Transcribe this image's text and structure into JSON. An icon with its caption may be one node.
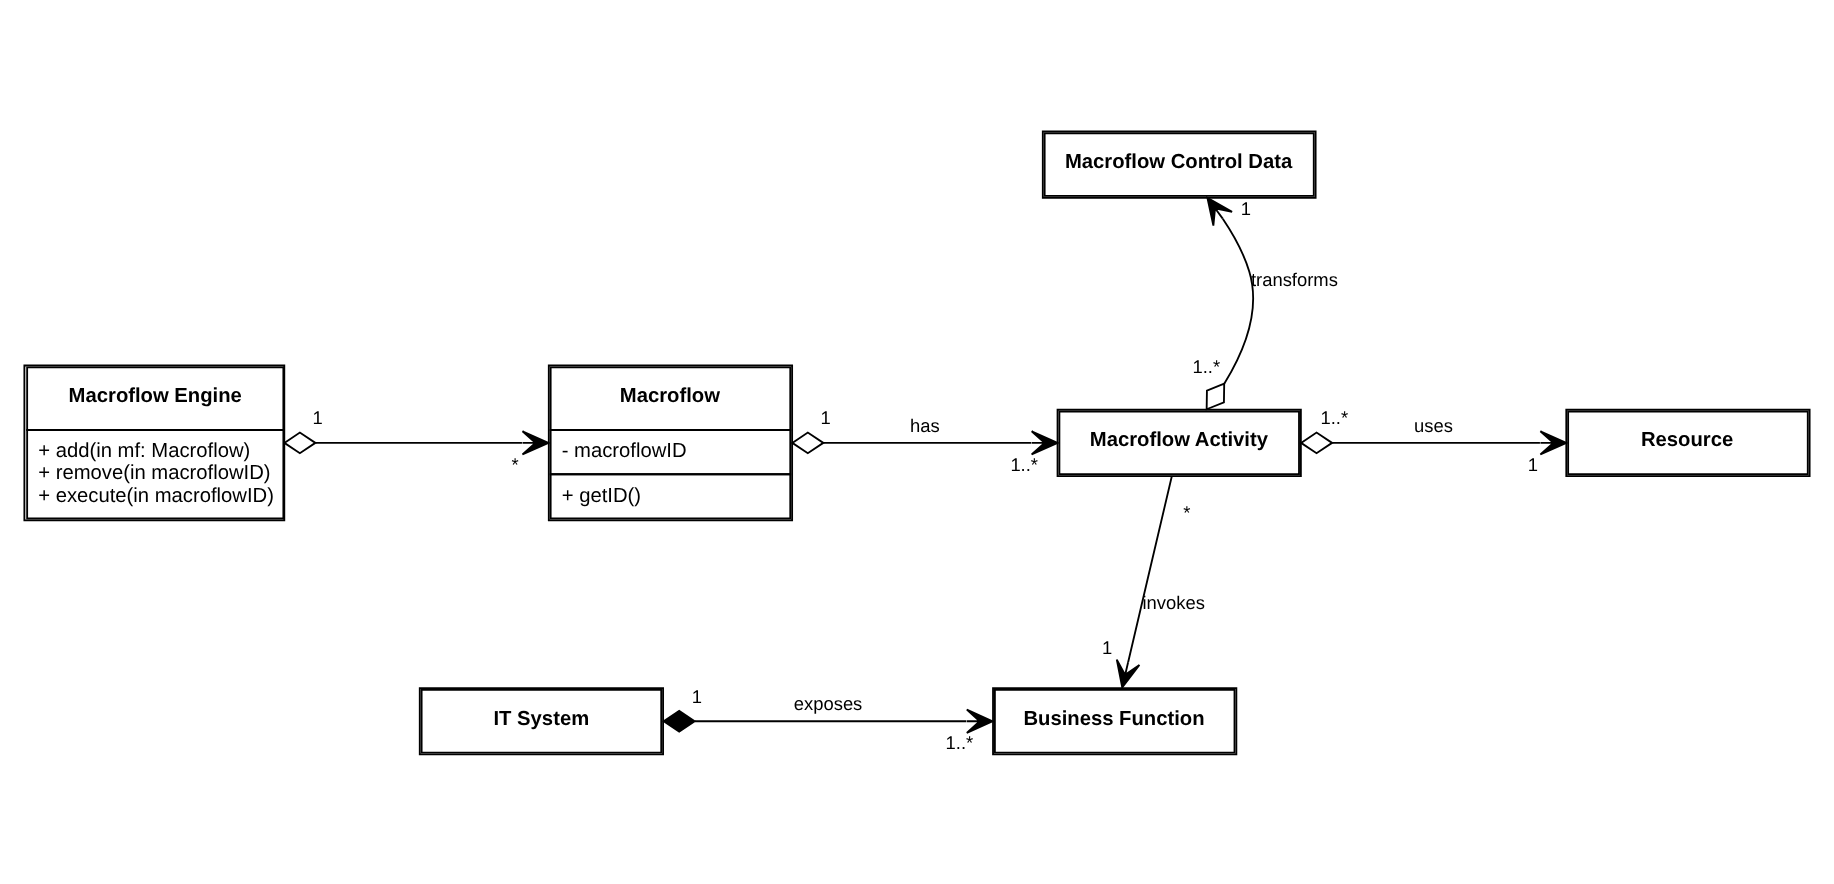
{
  "diagram": {
    "nodes": [
      {
        "text": [
          "Macroflow Engine",
          "+ add(in mf: Macroflow)",
          "+ remove(in macroflowID)",
          "+ execute(in macroflowID)"
        ]
      },
      {
        "text": [
          "Macroflow",
          "- macroflowID",
          "+ getID()"
        ]
      },
      {
        "text": [
          "Macroflow Control Data"
        ]
      },
      {
        "text": [
          "Macroflow Activity"
        ]
      },
      {
        "text": [
          "Resource"
        ]
      },
      {
        "text": [
          "IT System"
        ]
      },
      {
        "text": [
          "Business Function"
        ]
      }
    ],
    "edges": [
      {
        "from": 0,
        "to": 1,
        "arrow": "to"
      },
      {
        "from": 3,
        "to": 2,
        "arrow": "to",
        "label": "transforms"
      },
      {
        "from": 1,
        "to": 3,
        "arrow": "to",
        "label": "has"
      },
      {
        "from": 3,
        "to": 4,
        "arrow": "to",
        "label": "uses"
      },
      {
        "from": 3,
        "to": 6,
        "arrow": "to",
        "label": "invokes"
      },
      {
        "from": 5,
        "to": 6,
        "arrow": "to",
        "label": "exposes"
      }
    ],
    "labels": [
      "1",
      "1",
      "*",
      "1..*",
      "1",
      "1..*",
      "1..*",
      "1",
      "*",
      "1",
      "1",
      "1..*"
    ]
  }
}
